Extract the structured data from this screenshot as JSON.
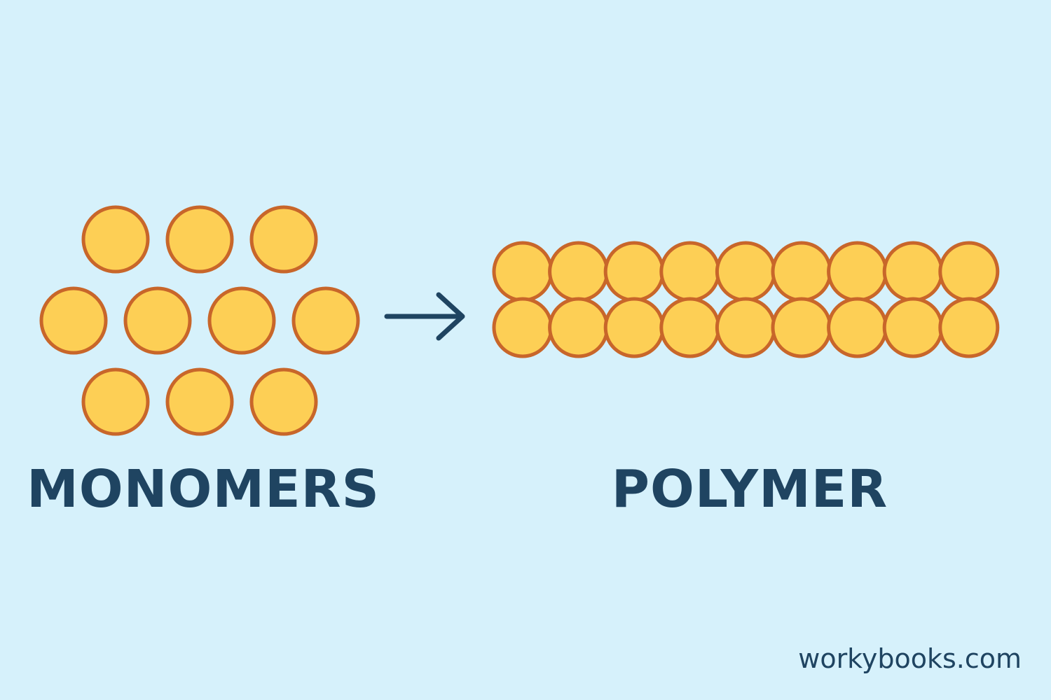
{
  "labels": {
    "monomers": "MONOMERS",
    "polymer": "POLYMER",
    "brand": "workybooks.com"
  },
  "diagram": {
    "monomer_count": 10,
    "polymer_rows": 2,
    "polymer_columns": 9
  },
  "colors": {
    "background": "#d6f1fb",
    "bead_fill": "#fdcf55",
    "bead_stroke": "#c8662a",
    "text": "#1f4461",
    "arrow": "#1f4461"
  }
}
